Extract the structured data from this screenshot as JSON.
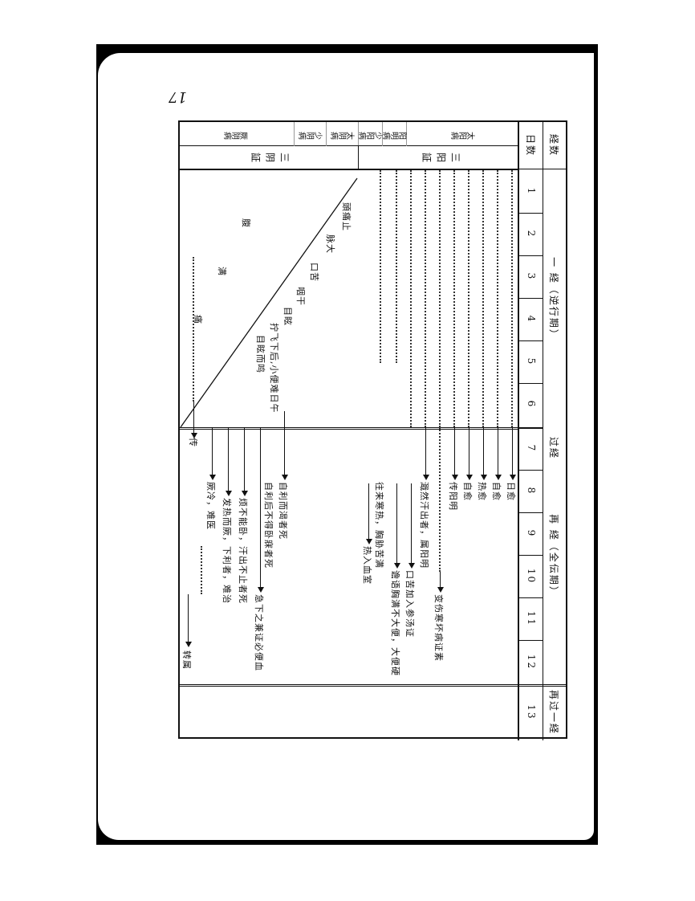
{
  "page": {
    "number": "17"
  },
  "table": {
    "header_row1": {
      "jingshu_label": "経数",
      "periods": [
        {
          "label": "一 経（逆行期）",
          "days": "1-6"
        },
        {
          "label": "过経",
          "days": "6-7"
        },
        {
          "label": "再 経（全伝期）",
          "days": "7-12"
        },
        {
          "label": "再过一経",
          "days": "13"
        }
      ]
    },
    "header_row2": {
      "rishu_label": "日数",
      "days": [
        "1",
        "2",
        "3",
        "4",
        "5",
        "6",
        "7",
        "8",
        "9",
        "10",
        "11",
        "12",
        "13"
      ]
    },
    "side_groups": [
      {
        "label": "三阳証",
        "items": [
          "太阳病",
          "阳明病",
          "少阳病"
        ]
      },
      {
        "label": "三阴証",
        "items": [
          "太阴病",
          "少阴病",
          "厥阴病"
        ]
      }
    ]
  },
  "diagram": {
    "triangle_labels": [
      "頭痛止",
      "脉大",
      "口苦",
      "咽干",
      "目眩",
      "拧飞下后,小便难日午",
      "目眩而鸣"
    ],
    "left_labels": [
      "腹",
      "满",
      "痛"
    ],
    "outcomes_upper": [
      {
        "text": "日愈",
        "day": "7"
      },
      {
        "text": "自愈",
        "day": "7"
      },
      {
        "text": "热愈",
        "day": "7"
      },
      {
        "text": "自愈",
        "day": "7"
      },
      {
        "text": "传阳明",
        "day": "7"
      },
      {
        "text": "变伤寒坏病证素",
        "day": "9"
      }
    ],
    "outcomes_middle": [
      {
        "text": "濈然汗出者，属阳明"
      },
      {
        "text": "口苦加入参汤证"
      },
      {
        "text": "谵语胸满不大便，大便硬"
      },
      {
        "text": "往来寒热，胸胁苦满"
      },
      {
        "text": "热入血室"
      }
    ],
    "outcomes_lower": [
      {
        "text": "自利而渴者死"
      },
      {
        "text": "自利后不得卧寐者死"
      },
      {
        "text": "急下之兼证必便血"
      },
      {
        "text": "烦不能卧，汗出不止者死"
      },
      {
        "text": "发热而厥，下利者，难治"
      },
      {
        "text": "厥冷，难医"
      }
    ],
    "margin_arrows": [
      {
        "label": "传"
      },
      {
        "label": "转属"
      }
    ]
  }
}
